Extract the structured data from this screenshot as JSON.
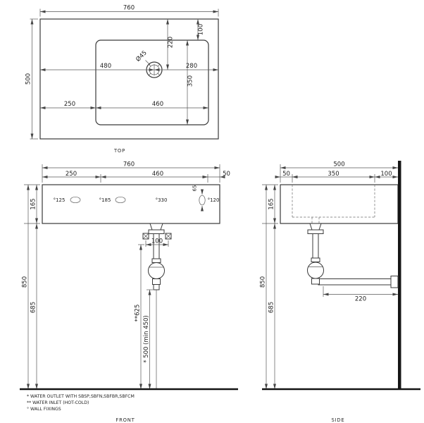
{
  "views": {
    "top": {
      "label": "TOP",
      "dims": {
        "width": "760",
        "depth": "500",
        "rim_top": "100",
        "drain_from_front": "220",
        "drain_from_left": "480",
        "drain_from_right": "280",
        "bowl_depth": "350",
        "rim_left": "250",
        "bowl_width": "460",
        "drain_diameter": "Ø45"
      }
    },
    "front": {
      "label": "FRONT",
      "dims": {
        "width": "760",
        "rim_left": "250",
        "bowl_width": "460",
        "rim_right": "50",
        "apron_height": "165",
        "rim_height_from_floor": "850",
        "underside_height_from_floor": "685",
        "fixing_left": "°125",
        "fixing_mid": "°185",
        "fixing_span": "°330",
        "fixing_right": "°120",
        "slot_height": "65",
        "inlet_spacing": "100",
        "inlet_height_from_floor": "**625",
        "outlet_height_from_floor": "* 500 (min 450)"
      },
      "notes": [
        "*  WATER OUTLET WITH SBSP,SBFN,SBFBR,SBFCM",
        "** WATER INLET  (HOT-COLD)",
        "°  WALL FIXINGS"
      ]
    },
    "side": {
      "label": "SIDE",
      "dims": {
        "depth": "500",
        "rim_front": "50",
        "bowl_depth": "350",
        "rim_back": "100",
        "apron_height": "165",
        "rim_height_from_floor": "850",
        "underside_height_from_floor": "685",
        "trap_to_wall": "220"
      }
    }
  }
}
